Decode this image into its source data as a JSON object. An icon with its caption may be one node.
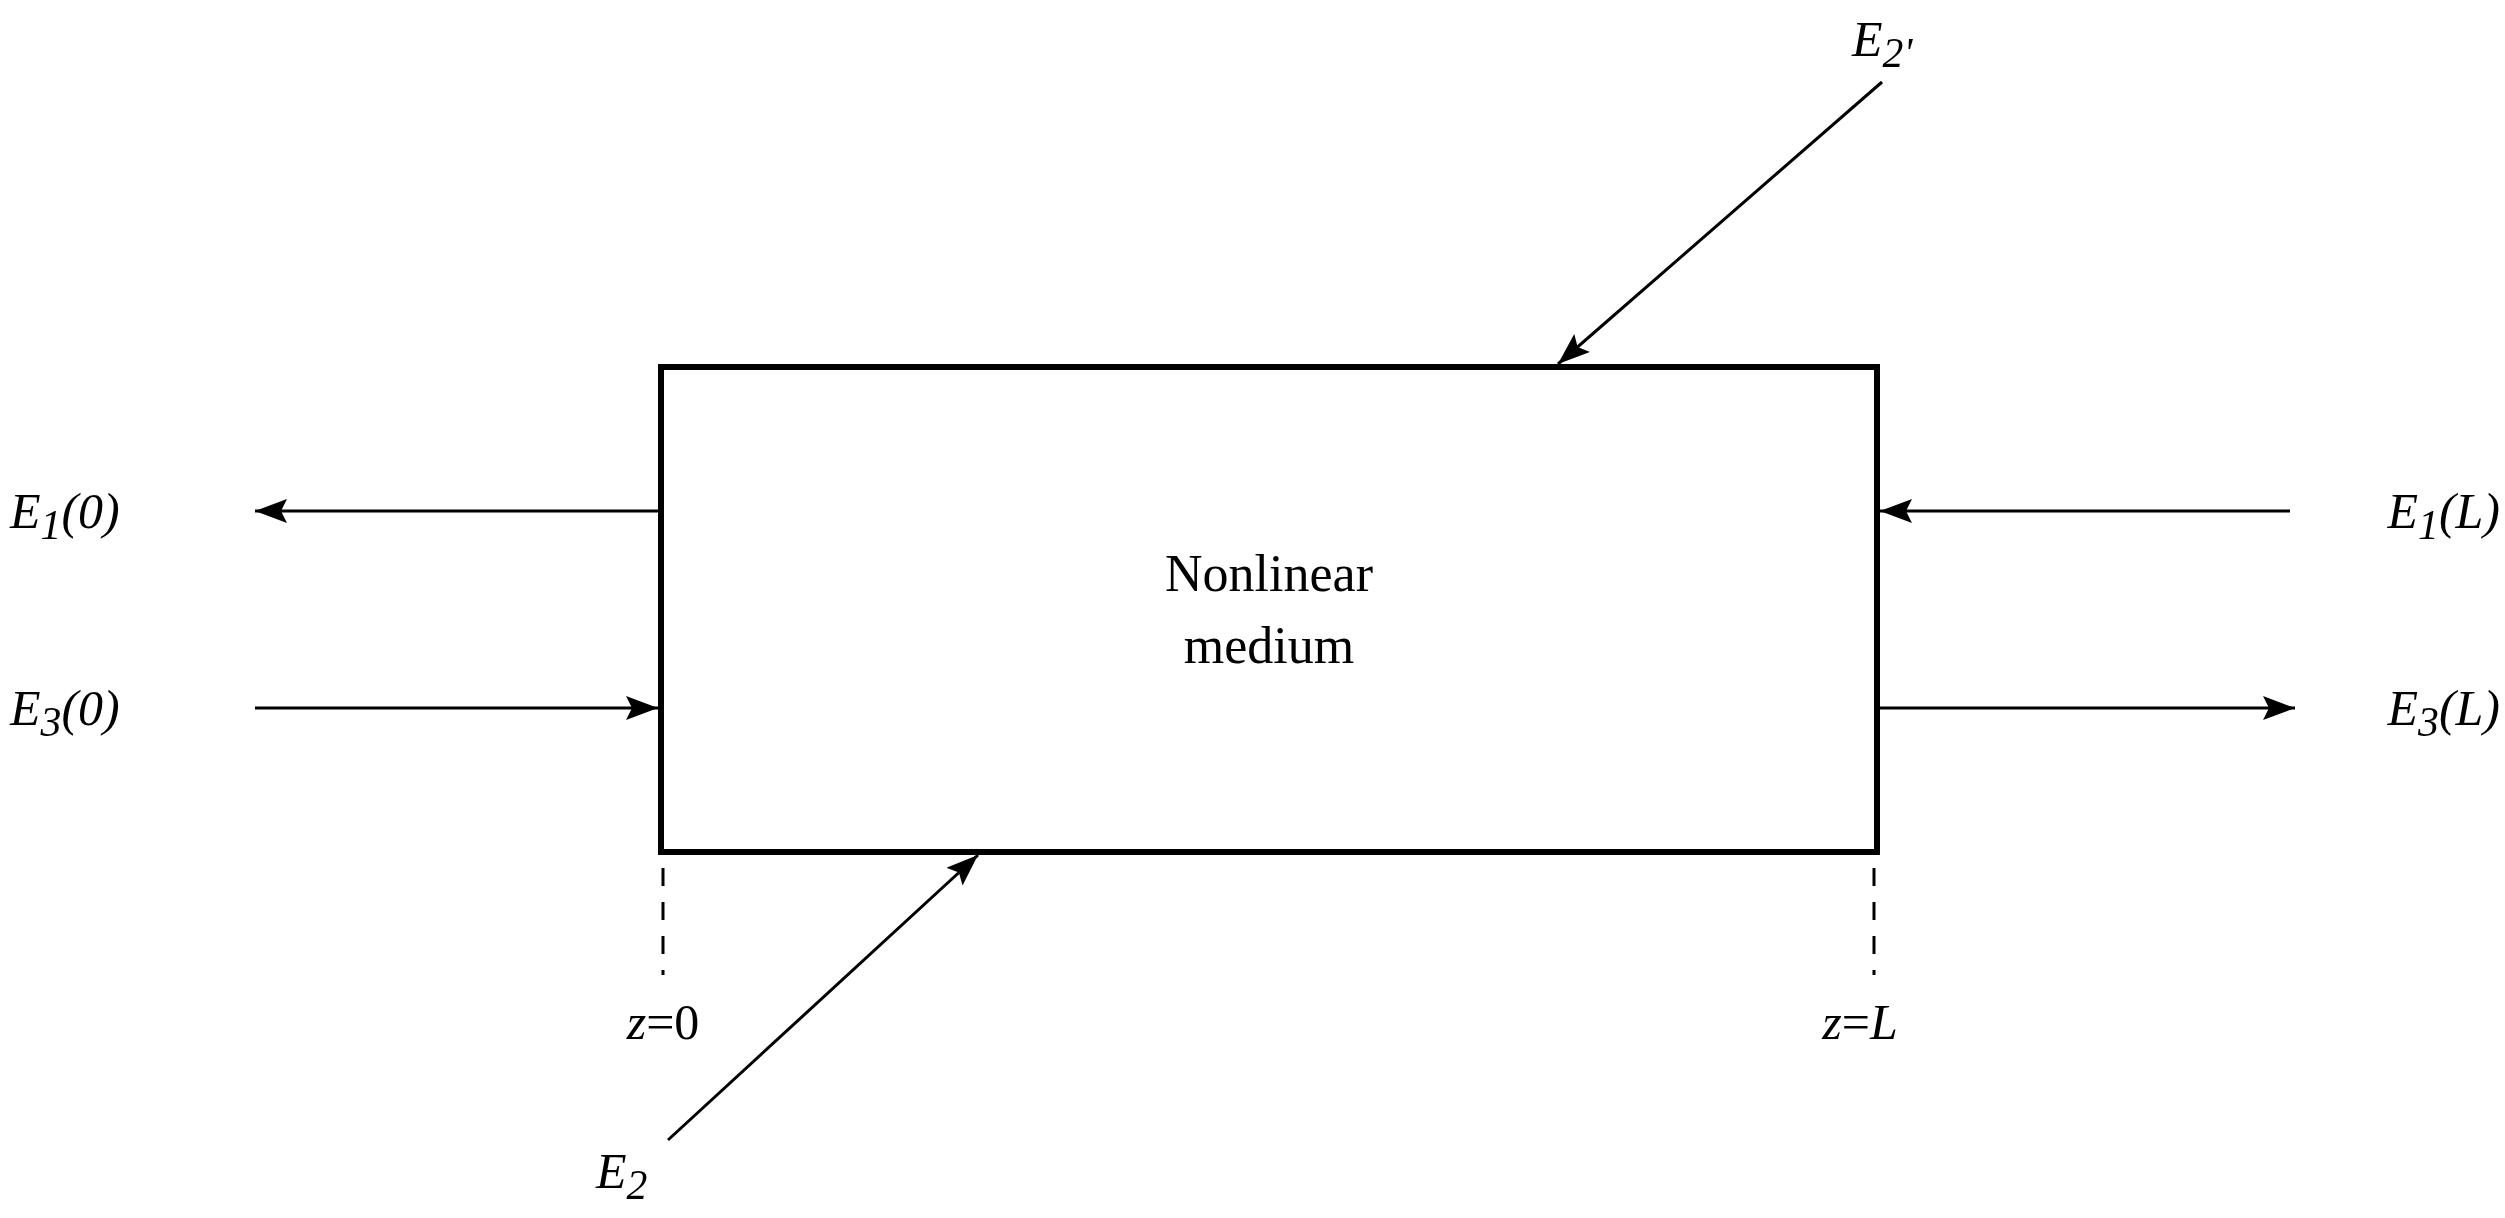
{
  "diagram": {
    "nodes": [
      {
        "text": [
          "E$_{2'}$"
        ]
      },
      {
        "text": [
          "Nonlinear medium"
        ]
      },
      {
        "text": [
          "E$_{1}$(0)"
        ]
      },
      {
        "text": [
          "E$_{1}$(L)"
        ]
      },
      {
        "text": [
          "E$_{3}$(0)"
        ]
      },
      {
        "text": [
          "E$_{3}$(L)"
        ]
      },
      {
        "text": [
          "E$_{2}$"
        ]
      }
    ],
    "edges": [
      {
        "from": 0,
        "to": 1,
        "arrow": "to"
      },
      {
        "from": 1,
        "to": 2,
        "arrow": "to"
      },
      {
        "from": 3,
        "to": 1,
        "arrow": "to"
      },
      {
        "from": 4,
        "to": 1,
        "arrow": "to"
      },
      {
        "from": 1,
        "to": 5,
        "arrow": "to"
      },
      {
        "from": 6,
        "to": 1,
        "arrow": "to"
      }
    ],
    "labels": [
      "*z*=0",
      "*z*=*L*"
    ]
  }
}
